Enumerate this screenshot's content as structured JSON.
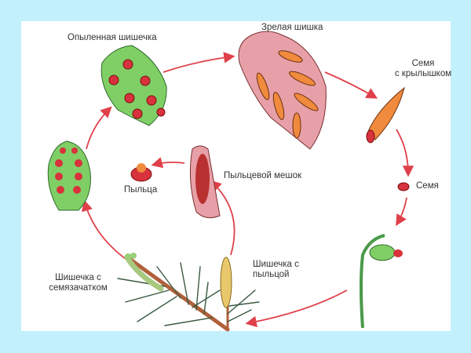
{
  "labels": {
    "pollinated_cone": "Опыленная шишечка",
    "mature_cone": "Зрелая шишка",
    "winged_seed_1": "Семя",
    "winged_seed_2": "с крылышком",
    "seed": "Семя",
    "pollen_sac": "Пыльцевой мешок",
    "pollen": "Пыльца",
    "ovule_cone_1": "Шишечка с",
    "ovule_cone_2": "семязачатком",
    "pollen_cone_1": "Шишечка с",
    "pollen_cone_2": "пыльцой"
  },
  "colors": {
    "frame": "#c2f0fc",
    "arrow": "#e0404a",
    "green": "#6cc45a",
    "red": "#d8323c",
    "pink": "#e8a0a8",
    "orange": "#f08a3c",
    "needle": "#3a5a40"
  }
}
